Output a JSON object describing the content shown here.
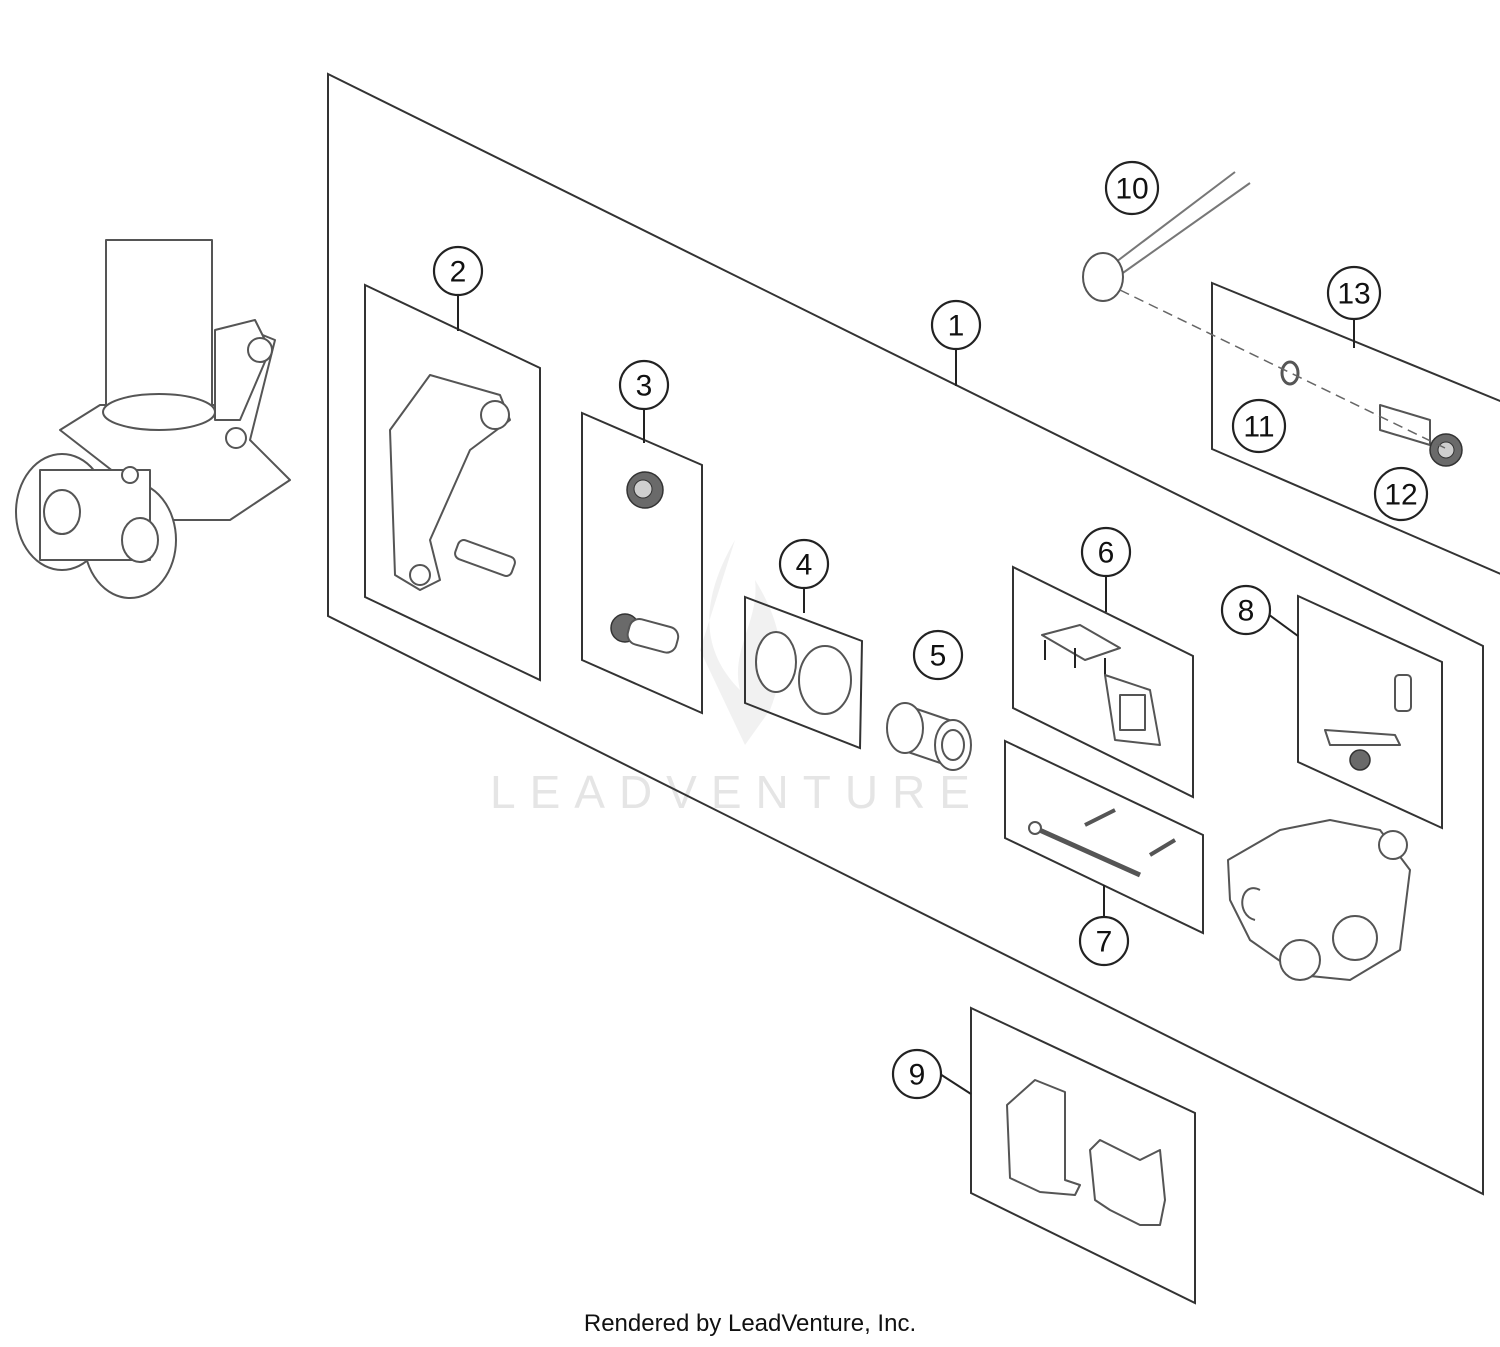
{
  "callouts": {
    "c1": "1",
    "c2": "2",
    "c3": "3",
    "c4": "4",
    "c5": "5",
    "c6": "6",
    "c7": "7",
    "c8": "8",
    "c9": "9",
    "c10": "10",
    "c11": "11",
    "c12": "12",
    "c13": "13"
  },
  "watermark": "LEADVENTURE",
  "footer": "Rendered by LeadVenture, Inc."
}
